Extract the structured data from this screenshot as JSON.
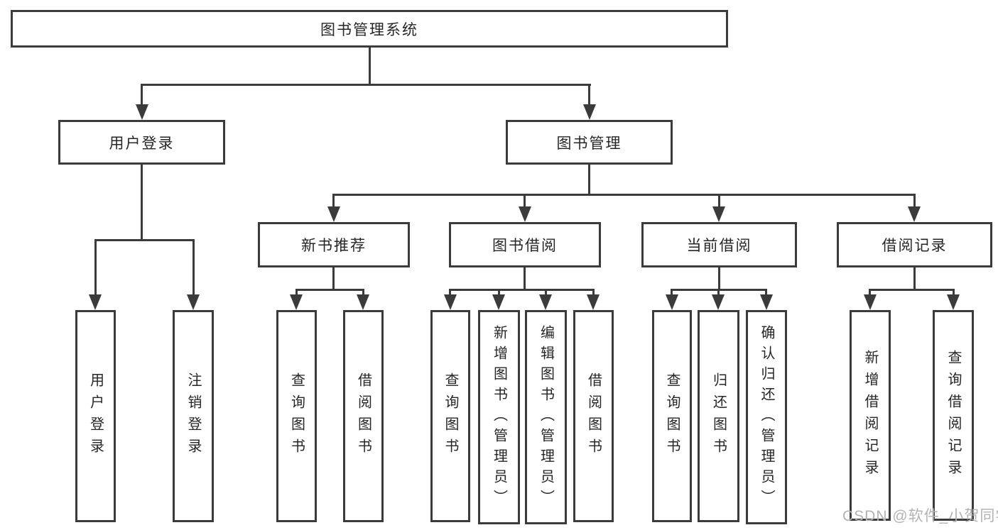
{
  "diagram_title": "图书管理系统",
  "tree": {
    "root": "图书管理系统",
    "branches": [
      {
        "label": "用户登录",
        "children": [
          "用户登录",
          "注销登录"
        ]
      },
      {
        "label": "图书管理",
        "children": [
          {
            "label": "新书推荐",
            "children": [
              "查询图书",
              "借阅图书"
            ]
          },
          {
            "label": "图书借阅",
            "children": [
              "查询图书",
              "新增图书（管理员）",
              "编辑图书（管理员）",
              "借阅图书"
            ]
          },
          {
            "label": "当前借阅",
            "children": [
              "查询图书",
              "归还图书",
              "确认归还（管理员）"
            ]
          },
          {
            "label": "借阅记录",
            "children": [
              "新增借阅记录",
              "查询借阅记录"
            ]
          }
        ]
      }
    ]
  },
  "watermark": {
    "text": "CSDN @软件_小贺同学"
  },
  "colors": {
    "background": "#ffffff",
    "box_border": "#3b3b3b",
    "line": "#3b3b3b",
    "text": "#262626",
    "watermark": "#b3b3b3"
  }
}
